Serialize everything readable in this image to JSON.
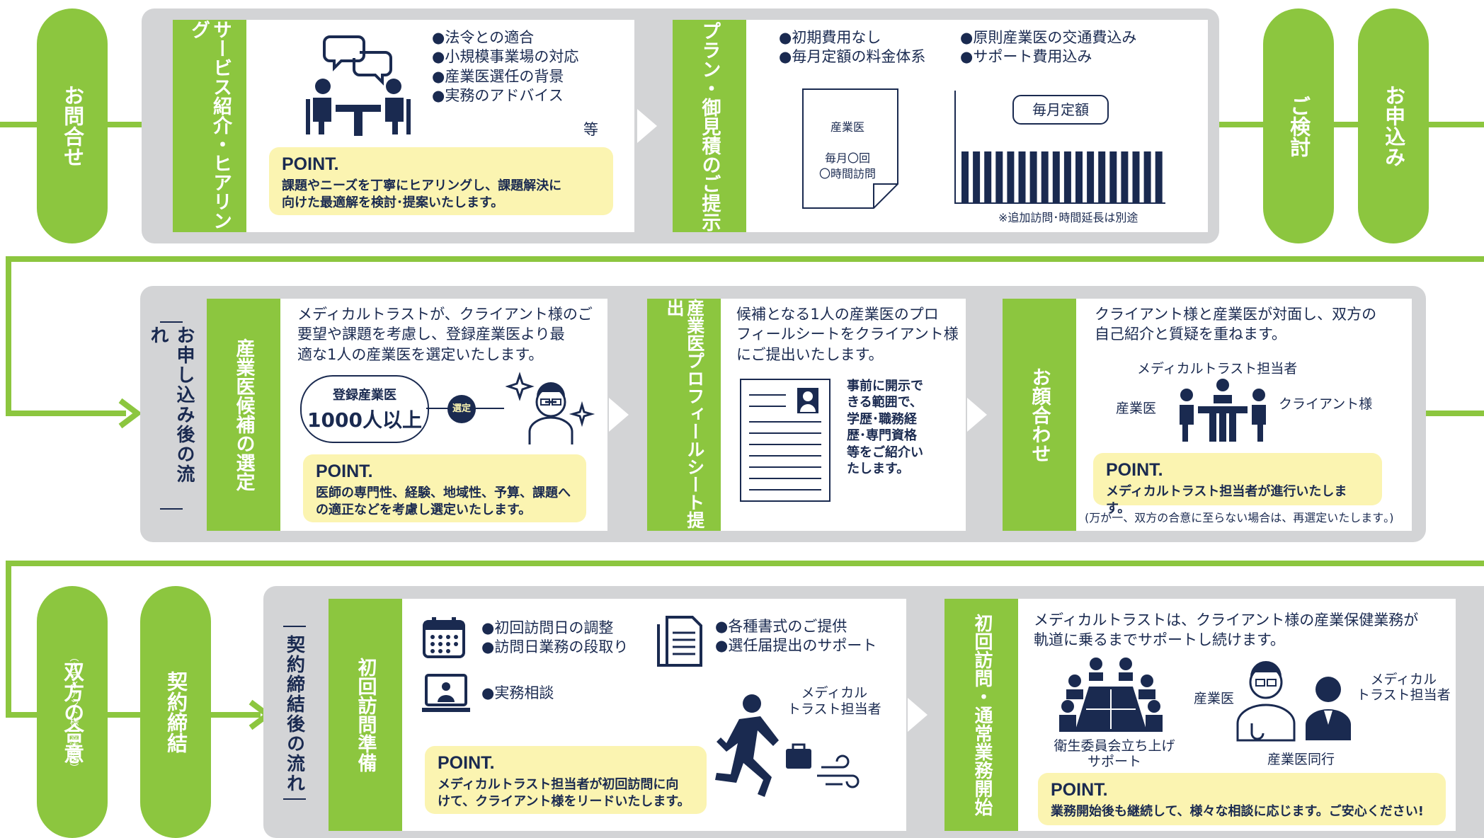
{
  "colors": {
    "green": "#8cc63f",
    "navy": "#1a2a50",
    "gray": "#d3d4d6",
    "point_bg": "#fbf4b1"
  },
  "row1": {
    "inquiry": "お問合せ",
    "service": {
      "title": "サービス紹介・ヒアリング",
      "bullets": [
        "●法令との適合",
        "●小規模事業場の対応",
        "●産業医選任の背景",
        "●実務のアドバイス"
      ],
      "etc": "等",
      "point_title": "POINT.",
      "point_body": "課題やニーズを丁寧にヒアリングし、課題解決に\n向けた最適解を検討･提案いたします。"
    },
    "plan": {
      "title": "プラン・御見積のご提示",
      "bullets_left": [
        "●初期費用なし",
        "●毎月定額の料金体系"
      ],
      "bullets_right": [
        "●原則産業医の交通費込み",
        "●サポート費用込み"
      ],
      "doc_title": "産業医",
      "doc_line1": "毎月〇回",
      "doc_line2": "〇時間訪問",
      "monthly_label": "毎月定額",
      "note": "※追加訪問･時間延長は別途"
    },
    "consider": "ご検討",
    "apply": "お申込み"
  },
  "row2": {
    "flow_label": "お申し込み後の流れ",
    "select": {
      "title": "産業医候補の選定",
      "text": "メディカルトラストが、クライアント様のご\n要望や課題を考慮し、登録産業医より最\n適な1人の産業医を選定いたします。",
      "registered_label": "登録産業医",
      "registered_count": "1000人以上",
      "select_badge": "選定",
      "point_title": "POINT.",
      "point_body": "医師の専門性、経験、地域性、予算、課題へ\nの適正などを考慮し選定いたします。"
    },
    "profile": {
      "title": "産業医プロフィールシート提出",
      "text": "候補となる1人の産業医のプロ\nフィールシートをクライアント様\nにご提出いたします。",
      "disclose": "事前に開示で\nきる範囲で、\n学歴･職務経\n歴･専門資格\n等をご紹介い\nたします。"
    },
    "meet": {
      "title": "お顔合わせ",
      "text": "クライアント様と産業医が対面し、双方の\n自己紹介と質疑を重ねます。",
      "staff_label": "メディカルトラスト担当者",
      "doctor_label": "産業医",
      "client_label": "クライアント様",
      "point_title": "POINT.",
      "point_body": "メディカルトラスト担当者が進行いたします。",
      "note": "(万が一、双方の合意に至らない場合は、再選定いたします｡)"
    }
  },
  "row3": {
    "agree": "双方の合意",
    "agree_sub": "（クライアント様・産業医）",
    "contract": "契約締結",
    "flow_label": "契約締結後の流れ",
    "prep": {
      "title": "初回訪問準備",
      "bullets_a": [
        "●初回訪問日の調整",
        "●訪問日業務の段取り"
      ],
      "bullets_b": [
        "●各種書式のご提供",
        "●選任届提出のサポート"
      ],
      "bullet_c": "●実務相談",
      "runner_label": "メディカル\nトラスト担当者",
      "point_title": "POINT.",
      "point_body": "メディカルトラスト担当者が初回訪問に向\nけて、クライアント様をリードいたします。"
    },
    "start": {
      "title": "初回訪問・通常業務開始",
      "text": "メディカルトラストは、クライアント様の産業保健業務が\n軌道に乗るまでサポートし続けます。",
      "committee_label": "衛生委員会立ち上げ\nサポート",
      "doctor_label": "産業医",
      "staff_label": "メディカル\nトラスト担当者",
      "accompany_label": "産業医同行",
      "point_title": "POINT.",
      "point_body": "業務開始後も継続して、様々な相談に応じます。ご安心ください!"
    }
  }
}
